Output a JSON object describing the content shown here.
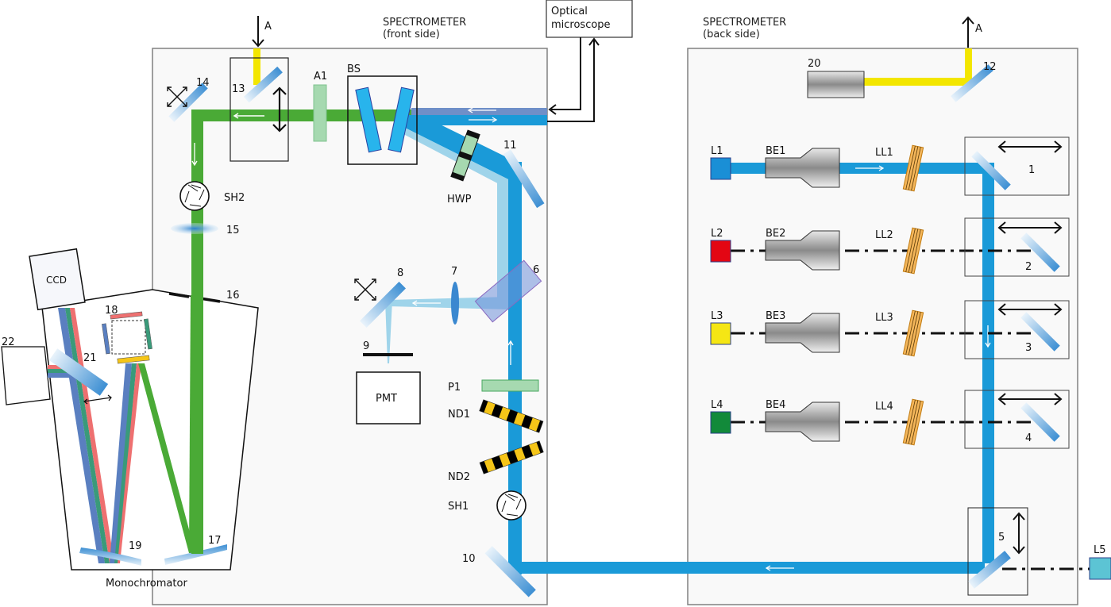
{
  "colors": {
    "beam_blue": "#1a9ad8",
    "beam_light": "#9fd4ea",
    "beam_return": "#6f8fc8",
    "beam_green": "#4aaa36",
    "beam_yellow": "#f3e600",
    "panel_bg": "#f9f9f9",
    "panel_border": "#808080",
    "laser_L1": "#1a8fd6",
    "laser_L2": "#e30613",
    "laser_L3": "#f5e614",
    "laser_L4": "#128a3a",
    "laser_L5": "#5cc4d4",
    "filter_green": "#a6d9b0",
    "nd_yellow": "#f5c518",
    "line_filter": "#f4b65a",
    "spec_red": "#ee7070",
    "spec_teal": "#3a9a7a",
    "spec_blue": "#5a7fc0",
    "grating_orange": "#f5c518"
  },
  "front_panel": {
    "title_line1": "SPECTROMETER",
    "title_line2": "(front side)"
  },
  "back_panel": {
    "title_line1": "SPECTROMETER",
    "title_line2": "(back side)"
  },
  "microscope": {
    "label_line1": "Optical",
    "label_line2": "microscope"
  },
  "connector_label_in": "A",
  "connector_label_out": "A",
  "front_components": {
    "A1": "A1",
    "BS": "BS",
    "HWP": "HWP",
    "m6": "6",
    "m7": "7",
    "m8": "8",
    "m9": "9",
    "m10": "10",
    "m11": "11",
    "m13": "13",
    "m14": "14",
    "m15": "15",
    "m16": "16",
    "m17": "17",
    "m18": "18",
    "m19": "19",
    "m21": "21",
    "m22": "22",
    "SH1": "SH1",
    "SH2": "SH2",
    "P1": "P1",
    "ND1": "ND1",
    "ND2": "ND2",
    "PMT": "PMT",
    "CCD": "CCD",
    "monochromator": "Monochromator"
  },
  "back_components": {
    "m1": "1",
    "m2": "2",
    "m3": "3",
    "m4": "4",
    "m5": "5",
    "m12": "12",
    "m20": "20",
    "lasers": [
      {
        "label": "L1",
        "expander": "BE1",
        "line_filter": "LL1"
      },
      {
        "label": "L2",
        "expander": "BE2",
        "line_filter": "LL2"
      },
      {
        "label": "L3",
        "expander": "BE3",
        "line_filter": "LL3"
      },
      {
        "label": "L4",
        "expander": "BE4",
        "line_filter": "LL4"
      }
    ],
    "L5": "L5"
  }
}
